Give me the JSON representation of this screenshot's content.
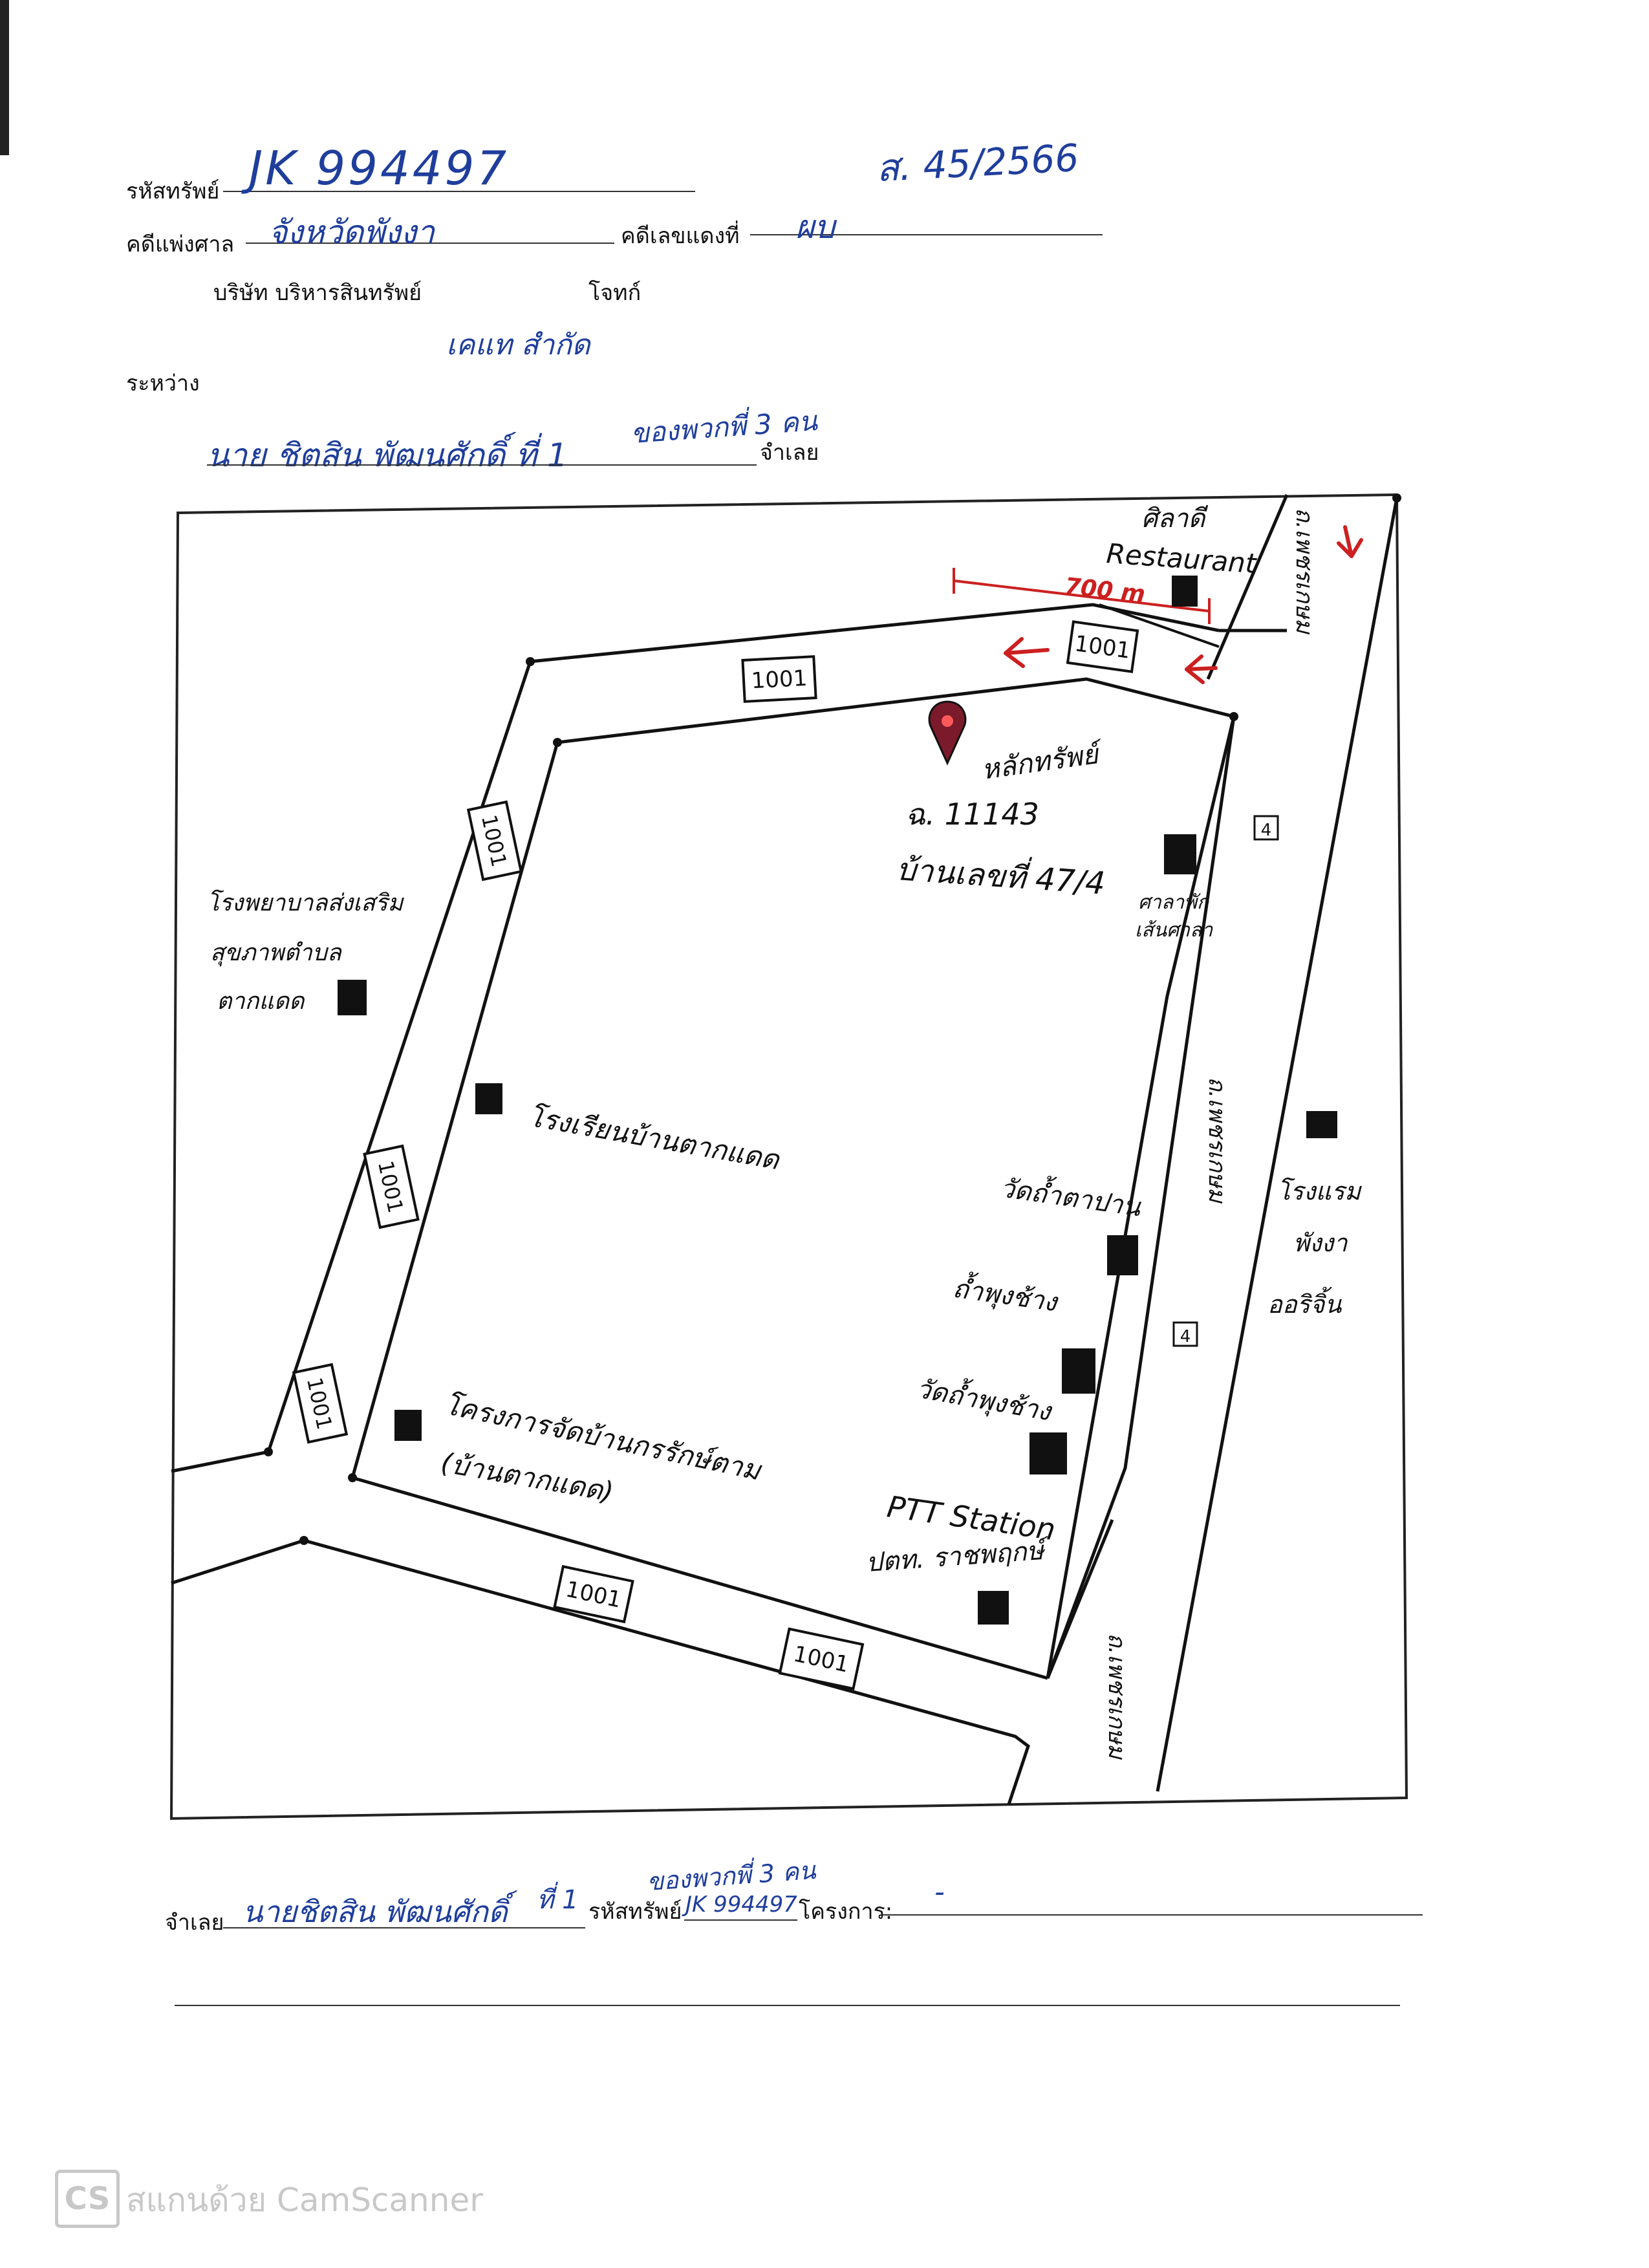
{
  "header": {
    "asset_code_label": "รหัสทรัพย์",
    "asset_code_value": "JK 994497",
    "ref_note": "ส. 45/2566",
    "court_case_label": "คดีแพ่งศาล",
    "court_case_value": "จังหวัดพังงา",
    "red_case_label": "คดีเลขแดงที่",
    "red_case_value": "ผบ",
    "plaintiff_name": "บริษัท บริหารสินทรัพย์",
    "plaintiff_label": "โจทก์",
    "plaintiff_hand": "เคแท สำกัด",
    "between_label": "ระหว่าง",
    "defendant_hand": "นาย ชิตสิน พัฒนศักดิ์ ที่ 1",
    "defendant_extra": "ของพวกพี่ 3 คน",
    "defendant_label": "จำเลย"
  },
  "map": {
    "labels": {
      "restaurant_th": "ศิลาดี",
      "restaurant_en": "Restaurant",
      "distance": "700 m",
      "road_code": "1001",
      "asset": "หลักทรัพย์",
      "deed": "ฉ. 11143",
      "house_no": "บ้านเลขที่ 47/4",
      "hospital": "โรงพยาบาลส่งเสริมสุขภาพตำบลตากแดด",
      "hospital_lines": [
        "โรงพยาบาลส่งเสริม",
        "สุขภาพตำบล",
        "ตากแดด"
      ],
      "school": "โรงเรียนบ้านตากแดด",
      "project": "โครงการจัดบ้านกรรักษ์ตาม",
      "project_sub": "(บ้านตากแดด)",
      "hall": "ศาลาพักเส้นศาลา",
      "hall_lines": [
        "ศาลาพัก",
        "เส้นศาลา"
      ],
      "temple1": "วัดถ้ำตาปาน",
      "temple2": "ถ้ำพุงช้าง",
      "temple3": "วัดถ้ำพุงช้าง",
      "ptt_en": "PTT Station",
      "ptt_th": "ปตท. ราชพฤกษ์",
      "hotel_lines": [
        "โรงแรม",
        "พังงา",
        "ออริจิ้น"
      ],
      "highway_marker": "4",
      "road_top_right": "ถ.เพชรเกษม",
      "road_mid": "ถ.เพชรเกษม",
      "road_bottom": "ถ.เพชรเกษม"
    }
  },
  "footer": {
    "defendant_label": "จำเลย",
    "defendant_hand": "นายชิตสิน พัฒนศักดิ์",
    "defendant_extra_1": "ที่ 1",
    "defendant_extra_2": "ของพวกพี่ 3 คน",
    "asset_code_label": "รหัสทรัพย์",
    "asset_code_value": "JK 994497",
    "project_label": "โครงการ:",
    "project_value": "-",
    "scanner_logo": "CS",
    "scanner_text": "สแกนด้วย CamScanner"
  },
  "colors": {
    "ink_blue": "#1f3e9c",
    "ink_red": "#cc2020",
    "ink_black": "#111111"
  }
}
